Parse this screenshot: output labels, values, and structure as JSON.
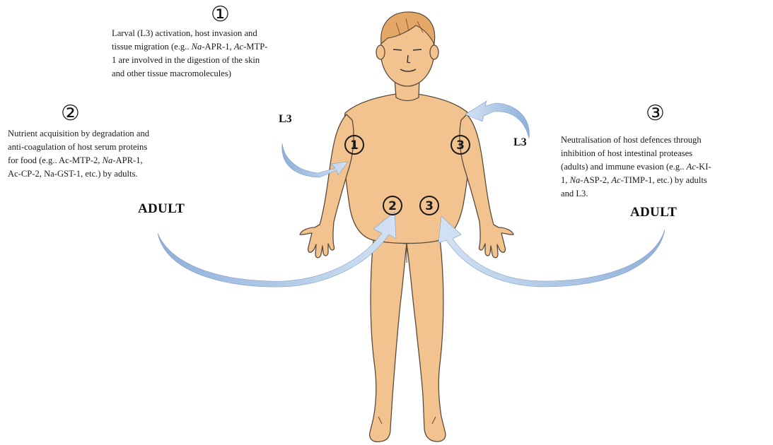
{
  "steps": [
    {
      "number": "①",
      "lines": [
        "Larval (L3)  activation, host invasion and",
        "tissue migration (e.g.. |Na|-APR-1, |Ac|-MTP-",
        "1 are involved in the digestion of the skin",
        "and other tissue macromolecules)"
      ]
    },
    {
      "number": "②",
      "lines": [
        "Nutrient acquisition by degradation and",
        "anti-coagulation of host serum proteins",
        "for food (e.g.. Ac-MTP-2, |Na|-APR-1,",
        "Ac-CP-2, Na-GST-1, etc.) by adults."
      ]
    },
    {
      "number": "③",
      "lines": [
        "Neutralisation of host defences through",
        "inhibition of host intestinal proteases",
        "(adults) and immune evasion (e.g.. |Ac|-KI-",
        "1, |Na|-ASP-2, |Ac|-TIMP-1, etc.) by adults",
        "and L3."
      ]
    }
  ],
  "labels": {
    "l3_left": "L3",
    "l3_right": "L3",
    "adult_left": "ADULT",
    "adult_right": "ADULT"
  },
  "body_markers": {
    "left_arm": "1",
    "right_arm": "3",
    "lower_left": "2",
    "lower_right": "3"
  },
  "colors": {
    "skin": "#F3C38F",
    "skin_outline": "#5a4a3a",
    "hair": "#E3A767",
    "arrow": "#A9C3E4",
    "arrow_edge": "#7E9CC9"
  }
}
